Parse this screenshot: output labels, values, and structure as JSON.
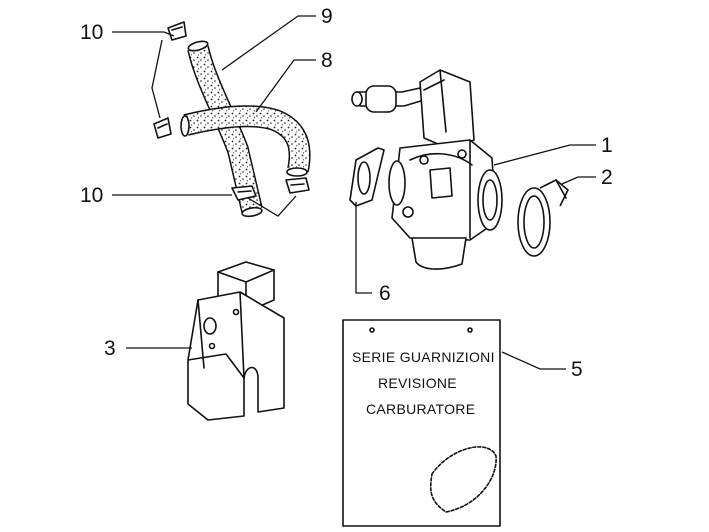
{
  "callouts": {
    "c1": "1",
    "c2": "2",
    "c3": "3",
    "c5": "5",
    "c6": "6",
    "c8": "8",
    "c9": "9",
    "c10a": "10",
    "c10b": "10"
  },
  "gasket_card": {
    "line1": "SERIE GUARNIZIONI",
    "line2": "REVISIONE",
    "line3": "CARBURATORE"
  }
}
